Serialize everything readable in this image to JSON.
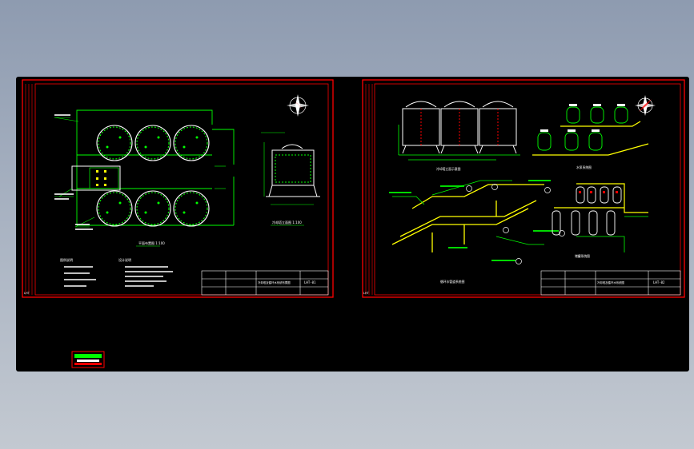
{
  "sheet_left": {
    "plan_title": "平面布置图 1:100",
    "elevation_title": "冷却塔立面图 1:100",
    "notes_title_1": "图例说明",
    "notes_title_2": "设计说明",
    "title_block_name": "冷却塔及循环水系统布置图",
    "drawing_no": "LHT-01"
  },
  "sheet_right": {
    "towers_title": "冷却塔立面示意图",
    "pumps_title": "水泵系统图",
    "pipe_iso_title": "循环水管道系统图",
    "tank_title": "储罐系统图",
    "title_block_name": "冷却塔及循环水系统图",
    "drawing_no": "LHT-02"
  },
  "colors": {
    "border": "#ff0000",
    "equipment": "#ffffff",
    "annotation": "#00ff00",
    "pipe": "#ffff00",
    "viewport_bg": "#000000"
  },
  "icons": [
    "north-arrow-icon",
    "layout-tab-icon"
  ]
}
